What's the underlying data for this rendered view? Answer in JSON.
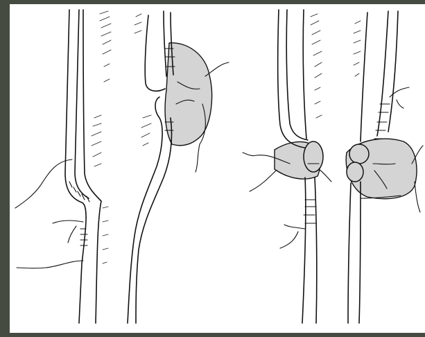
{
  "figure": {
    "panels": [
      {
        "id": "panel-1"
      },
      {
        "id": "panel-2"
      },
      {
        "id": "panel-3"
      },
      {
        "id": "panel-4"
      }
    ]
  }
}
